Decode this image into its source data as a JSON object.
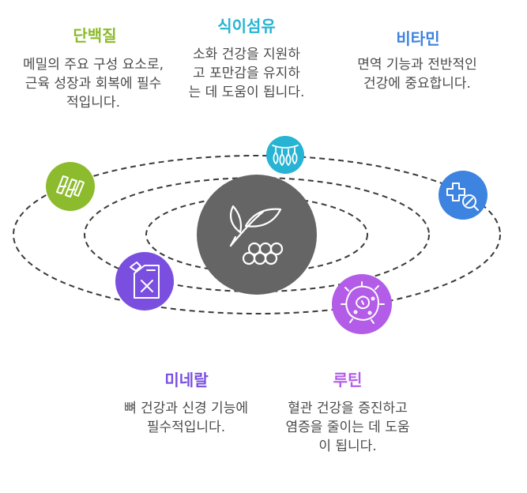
{
  "center": {
    "icon": "plant-leaves-seeds-icon",
    "color": "#656565"
  },
  "nutrients": [
    {
      "id": "protein",
      "title": "단백질",
      "desc": "메밀의 주요 구성 요소로, 근육 성장과 회복에 필수적입니다.",
      "color": "#8dbb2e",
      "icon": "muscle-fiber-icon"
    },
    {
      "id": "fiber",
      "title": "식이섬유",
      "desc": "소화 건강을 지원하고 포만감을 유지하는 데 도움이 됩니다.",
      "color": "#27b3d3",
      "icon": "fiber-strands-icon"
    },
    {
      "id": "vitamin",
      "title": "비타민",
      "desc": "면역 기능과 전반적인 건강에 중요합니다.",
      "color": "#3d83e0",
      "icon": "health-pill-icon"
    },
    {
      "id": "mineral",
      "title": "미네랄",
      "desc": "뼈 건강과 신경 기능에 필수적입니다.",
      "color": "#7a4fe0",
      "icon": "canister-icon"
    },
    {
      "id": "rutin",
      "title": "루틴",
      "desc": "혈관 건강을 증진하고 염증을 줄이는 데 도움이 됩니다.",
      "color": "#b35ce8",
      "icon": "cell-icon"
    }
  ]
}
